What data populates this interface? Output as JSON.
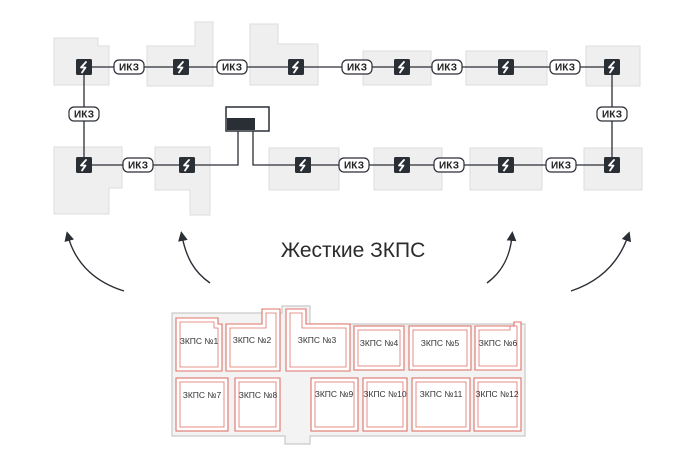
{
  "title": "Жесткие ЗКПС",
  "ikz_label": "ИКЗ",
  "zones": [
    "ЗКПС №1",
    "ЗКПС №2",
    "ЗКПС №3",
    "ЗКПС №4",
    "ЗКПС №5",
    "ЗКПС №6",
    "ЗКПС №7",
    "ЗКПС №8",
    "ЗКПС №9",
    "ЗКПС №10",
    "ЗКПС №11",
    "ЗКПС №12"
  ],
  "colors": {
    "building_fill": "#efefef",
    "building_stroke": "#dcdcdc",
    "line": "#2a2f36",
    "device": "#2a2f36",
    "zone_border": "#e0736a",
    "plan_fill": "#f3f3f3",
    "plan_stroke": "#c9c9c9"
  }
}
